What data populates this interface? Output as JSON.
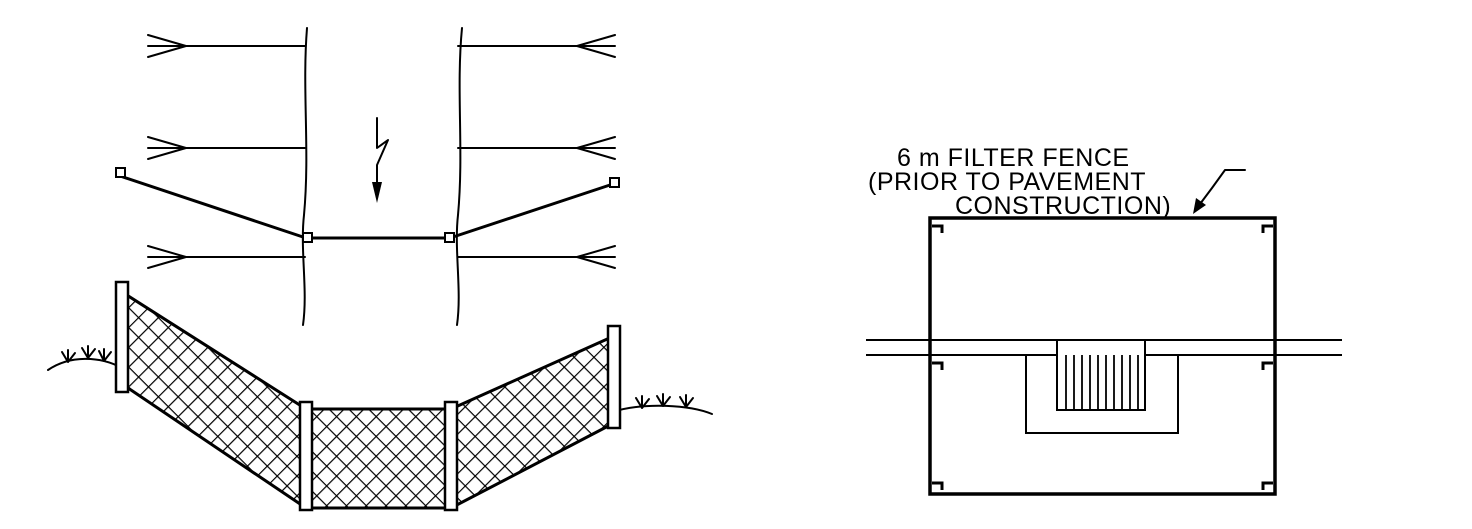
{
  "plan_note": {
    "line1": "6 m FILTER FENCE",
    "line2": "(PRIOR TO PAVEMENT",
    "line3": "CONSTRUCTION)"
  }
}
